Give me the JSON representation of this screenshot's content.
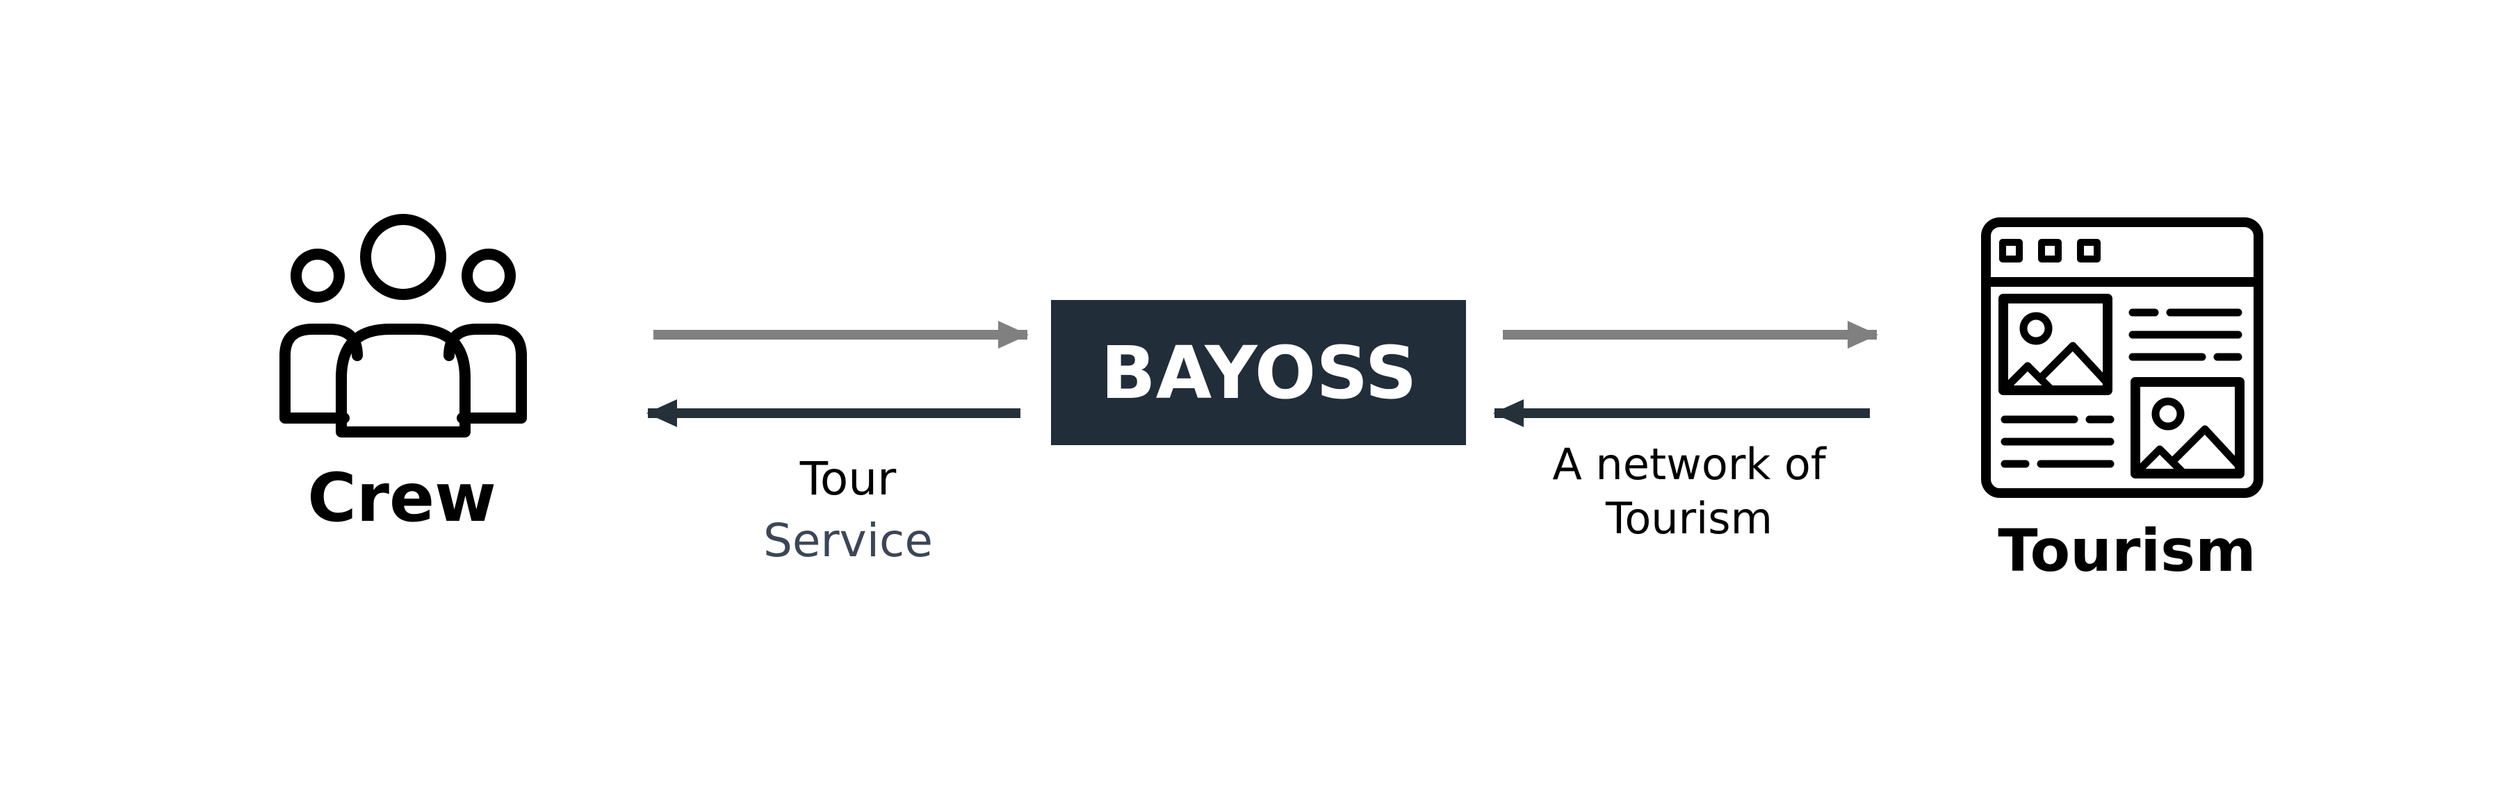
{
  "nodes": {
    "crew": {
      "label": "Crew",
      "icon": "group-of-people-icon"
    },
    "center": {
      "label": "BAYOSS"
    },
    "tourism": {
      "label": "Tourism",
      "icon": "webpage-layout-icon"
    }
  },
  "edges": {
    "left_label_line1": "Tour",
    "left_label_line2": "Service",
    "right_label_line1": "A network of",
    "right_label_line2": "Tourism"
  },
  "colors": {
    "gray_arrow": "#808080",
    "dark_arrow": "#253039",
    "center_box": "#212d38",
    "center_text": "#ffffff",
    "icon_stroke": "#000000",
    "label_text": "#000000",
    "service_text": "#3d4656"
  }
}
